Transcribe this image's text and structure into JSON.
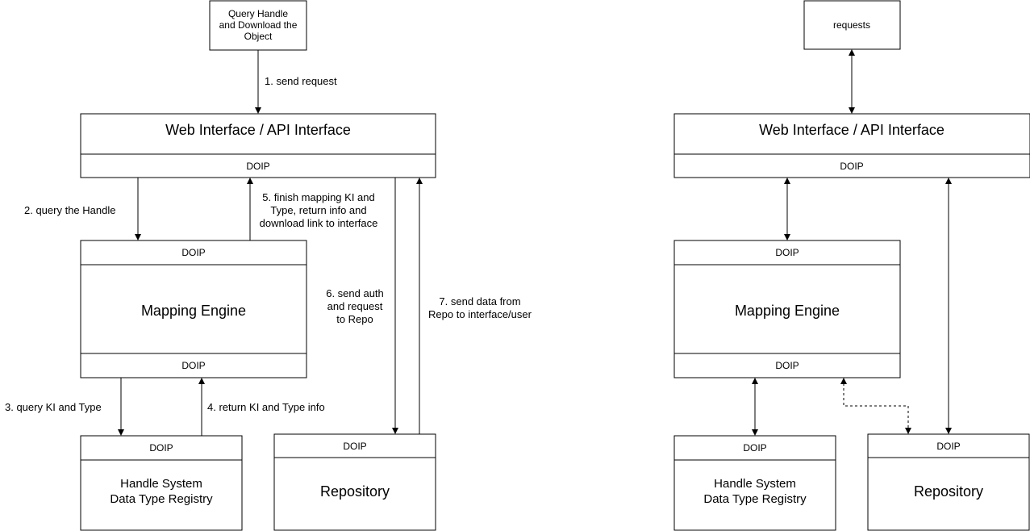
{
  "left": {
    "top_box": [
      "Query Handle",
      "and Download the",
      "Object"
    ],
    "web_interface": "Web Interface / API Interface",
    "web_doip": "DOIP",
    "mapping_doip_top": "DOIP",
    "mapping_engine": "Mapping Engine",
    "mapping_doip_bottom": "DOIP",
    "handle_doip": "DOIP",
    "handle_system": [
      "Handle System",
      "Data Type Registry"
    ],
    "repo_doip": "DOIP",
    "repository": "Repository",
    "edges": {
      "e1": [
        "1. send request"
      ],
      "e2": [
        "2. query the Handle"
      ],
      "e3": [
        "3. query KI and Type"
      ],
      "e4": [
        "4. return KI and Type info"
      ],
      "e5": [
        "5. finish mapping KI and",
        "Type, return info and",
        "download link to interface"
      ],
      "e6": [
        "6. send auth",
        "and request",
        "to Repo"
      ],
      "e7": [
        "7. send data from",
        "Repo to interface/user"
      ]
    }
  },
  "right": {
    "top_box": "requests",
    "web_interface": "Web Interface / API Interface",
    "web_doip": "DOIP",
    "mapping_doip_top": "DOIP",
    "mapping_engine": "Mapping Engine",
    "mapping_doip_bottom": "DOIP",
    "handle_doip": "DOIP",
    "handle_system": [
      "Handle System",
      "Data Type Registry"
    ],
    "repo_doip": "DOIP",
    "repository": "Repository"
  }
}
